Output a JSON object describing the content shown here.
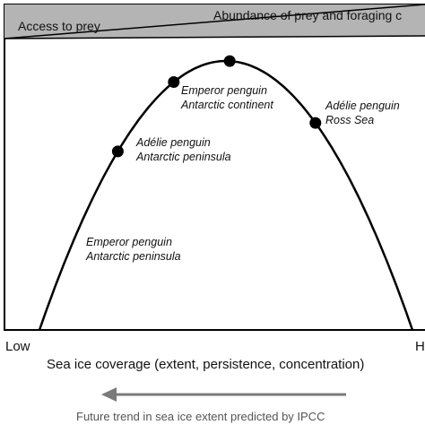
{
  "banner": {
    "left_label": "Access to prey",
    "right_label": "Abundance of prey and foraging c"
  },
  "axis": {
    "xlabel": "Sea ice coverage (extent, persistence, concentration)",
    "low_tick": "Low",
    "high_tick": "H"
  },
  "trend": {
    "label": "Future trend in sea ice extent predicted by IPCC",
    "direction": "left"
  },
  "points": [
    {
      "id": "emperor-peninsula",
      "line1": "Emperor penguin",
      "line2": "Antarctic peninsula",
      "position": 0.21
    },
    {
      "id": "adelie-peninsula",
      "line1": "Adélie penguin",
      "line2": "Antarctic peninsula",
      "position": 0.36
    },
    {
      "id": "emperor-continent",
      "line1": "Emperor penguin",
      "line2": "Antarctic continent",
      "position": 0.51
    },
    {
      "id": "adelie-ross",
      "line1": "Adélie penguin",
      "line2": "Ross Sea",
      "position": 0.74
    }
  ],
  "colors": {
    "banner_gray": "#b4b4b4",
    "curve": "#000000",
    "arrow": "#7a7a7a"
  }
}
